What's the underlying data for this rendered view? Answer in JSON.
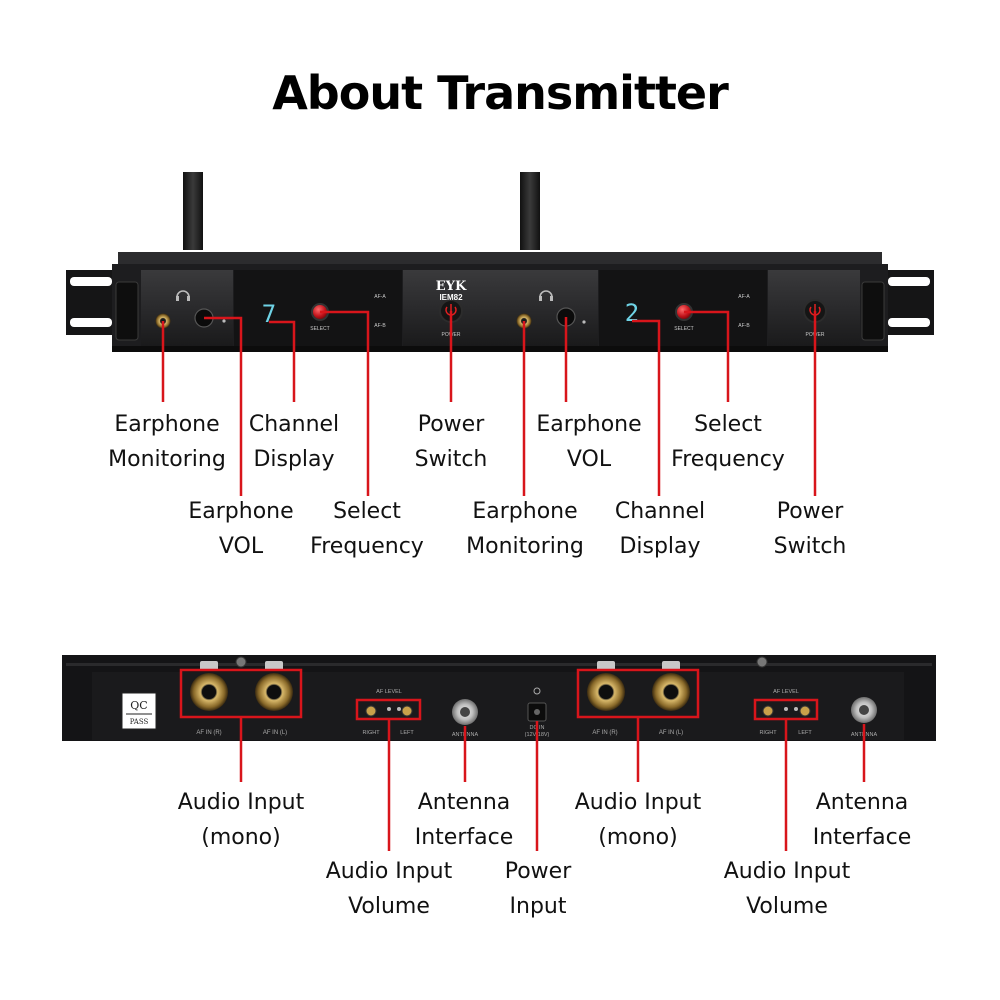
{
  "title": "About Transmitter",
  "colors": {
    "callout": "#d8151b",
    "panel": "#1c1c1e",
    "display": "#6fd3e6"
  },
  "front": {
    "brand": "EYK",
    "model": "IEM82",
    "channel_a": "7",
    "channel_b": "2",
    "select_label": "SELECT",
    "afa_label": "AF-A",
    "afb_label": "AF-B",
    "power_label": "POWER",
    "labels": [
      {
        "lines": [
          "Earphone",
          "Monitoring"
        ]
      },
      {
        "lines": [
          "Channel",
          "Display"
        ]
      },
      {
        "lines": [
          "Power",
          "Switch"
        ]
      },
      {
        "lines": [
          "Earphone",
          "VOL"
        ]
      },
      {
        "lines": [
          "Select",
          "Frequency"
        ]
      },
      {
        "lines": [
          "Earphone",
          "VOL"
        ]
      },
      {
        "lines": [
          "Select",
          "Frequency"
        ]
      },
      {
        "lines": [
          "Earphone",
          "Monitoring"
        ]
      },
      {
        "lines": [
          "Channel",
          "Display"
        ]
      },
      {
        "lines": [
          "Power",
          "Switch"
        ]
      }
    ]
  },
  "back": {
    "qc_top": "QC",
    "qc_bottom": "PASS",
    "af_in_r": "AF IN (R)",
    "af_in_l": "AF IN (L)",
    "af_level": "AF LEVEL",
    "right": "RIGHT",
    "left": "LEFT",
    "antenna": "ANTENNA",
    "dc_in": "DC IN",
    "dc_volt": "(12V-18V)",
    "labels": [
      {
        "lines": [
          "Audio Input",
          "(mono)"
        ]
      },
      {
        "lines": [
          "Antenna",
          "Interface"
        ]
      },
      {
        "lines": [
          "Audio Input",
          "(mono)"
        ]
      },
      {
        "lines": [
          "Antenna",
          "Interface"
        ]
      },
      {
        "lines": [
          "Audio Input",
          "Volume"
        ]
      },
      {
        "lines": [
          "Power",
          "Input"
        ]
      },
      {
        "lines": [
          "Audio Input",
          "Volume"
        ]
      }
    ]
  }
}
